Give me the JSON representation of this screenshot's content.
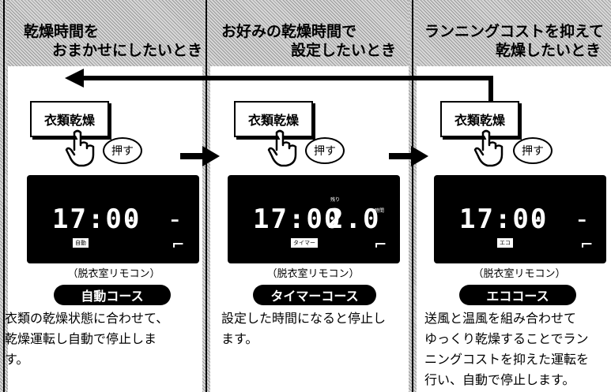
{
  "columns": [
    {
      "header_line1": "乾燥時間を",
      "header_line2": "おまかせにしたいとき",
      "button": "衣類乾燥",
      "press": "押す",
      "lcd_time": "17:00",
      "lcd_value": "- -",
      "lcd_tag": "自動",
      "caption": "（脱衣室リモコン）",
      "course": "自動コース",
      "desc": [
        "衣類の乾燥状態に合わせて、",
        "乾燥運転し自動で停止しま",
        "す。"
      ]
    },
    {
      "header_line1": "お好みの乾燥時間で",
      "header_line2": "設定したいとき",
      "button": "衣類乾燥",
      "press": "押す",
      "lcd_time": "17:00",
      "lcd_value": "2.0",
      "lcd_small_top": "残り",
      "lcd_unit": "時間",
      "lcd_tag": "タイマー",
      "caption": "（脱衣室リモコン）",
      "course": "タイマーコース",
      "desc": [
        "設定した時間になると停止し",
        "ます。"
      ]
    },
    {
      "header_line1": "ランニングコストを抑えて",
      "header_line2": "乾燥したいとき",
      "button": "衣類乾燥",
      "press": "押す",
      "lcd_time": "17:00",
      "lcd_value": "- -",
      "lcd_tag": "エコ",
      "caption": "（脱衣室リモコン）",
      "course": "エココース",
      "desc": [
        "送風と温風を組み合わせて",
        "ゆっくり乾燥することでラン",
        "ニングコストを抑えた運転を",
        "行い、自動で停止します。"
      ]
    }
  ],
  "icons": {
    "hand": "hand-pointer-icon",
    "arrow": "arrow-right-icon",
    "return_arrow": "return-arrow-icon"
  },
  "colors": {
    "lcd_bg": "#000000",
    "hatch": "#9a9a9a"
  }
}
